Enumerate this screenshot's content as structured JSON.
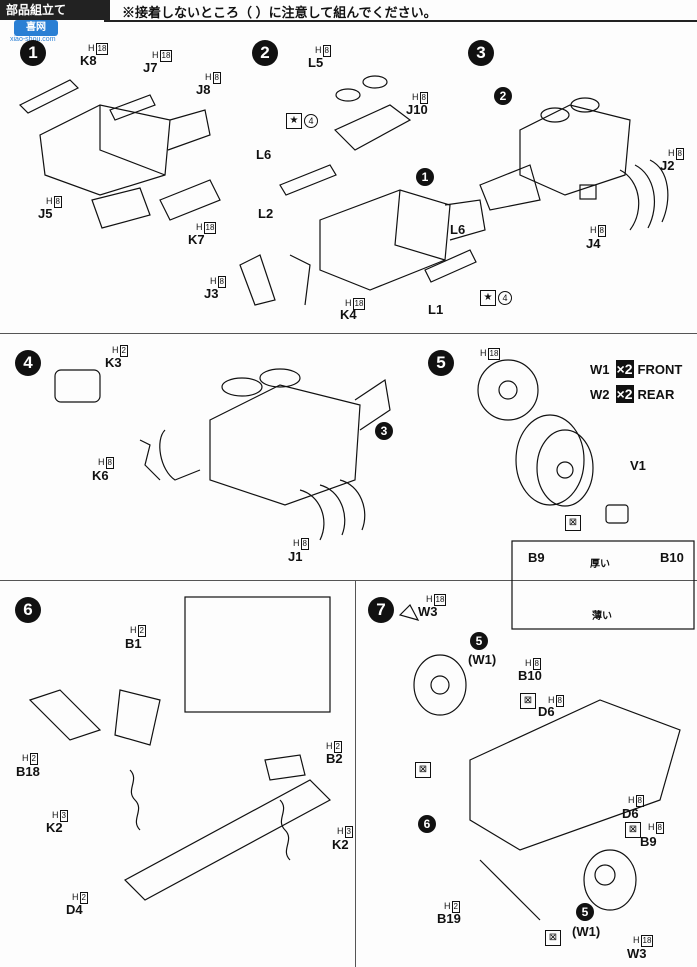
{
  "header": {
    "section_title": "部品組立て",
    "note": "※接着しないところ（ ）に注意して組んでください。"
  },
  "watermark": {
    "brand": "喜网",
    "url": "xiao-shou.com"
  },
  "steps": [
    "1",
    "2",
    "3",
    "4",
    "5",
    "6",
    "7"
  ],
  "h_prefix": "H",
  "step1": {
    "labels": {
      "k8": "K8",
      "j7": "J7",
      "j8": "J8",
      "j5": "J5",
      "k7": "K7"
    },
    "h": {
      "k8": "18",
      "j7": "18",
      "j8": "8",
      "j5": "8",
      "k7": "18"
    }
  },
  "step2": {
    "labels": {
      "l5": "L5",
      "j10": "J10",
      "l6a": "L6",
      "l2": "L2",
      "l6b": "L6",
      "j3": "J3",
      "k4": "K4",
      "l1": "L1"
    },
    "h": {
      "l5": "8",
      "j10": "8",
      "j3": "8",
      "k4": "18"
    },
    "star_num": "4",
    "ref_step": "1"
  },
  "step3": {
    "labels": {
      "j2": "J2",
      "j4": "J4"
    },
    "h": {
      "j2": "8",
      "j4": "8"
    },
    "ref_step": "2"
  },
  "step4": {
    "labels": {
      "k3": "K3",
      "k6": "K6",
      "j1": "J1"
    },
    "h": {
      "k3": "2",
      "k6": "8",
      "j1": "8"
    },
    "ref_step": "3"
  },
  "step5": {
    "h": "18",
    "front": {
      "part": "W1",
      "qty": "2",
      "label": "FRONT"
    },
    "rear": {
      "part": "W2",
      "qty": "2",
      "label": "REAR"
    },
    "v1": "V1",
    "inset": {
      "b9": "B9",
      "b10": "B10",
      "thick": "厚い",
      "thin": "薄い"
    }
  },
  "step6": {
    "labels": {
      "b1": "B1",
      "b18": "B18",
      "k2a": "K2",
      "b2": "B2",
      "k2b": "K2",
      "d4": "D4"
    },
    "h": {
      "b1": "2",
      "b18": "2",
      "k2a": "3",
      "b2": "2",
      "k2b": "3",
      "d4": "2"
    }
  },
  "step7": {
    "labels": {
      "w3a": "W3",
      "w1a": "(W1)",
      "b10": "B10",
      "d6a": "D6",
      "d6b": "D6",
      "b9": "B9",
      "b19": "B19",
      "w1b": "(W1)",
      "w3b": "W3"
    },
    "h": {
      "w3a": "18",
      "b10": "8",
      "d6a": "8",
      "d6b": "8",
      "b9": "8",
      "b19": "2",
      "w3b": "18"
    },
    "ref6": "6",
    "ref5": "5"
  }
}
